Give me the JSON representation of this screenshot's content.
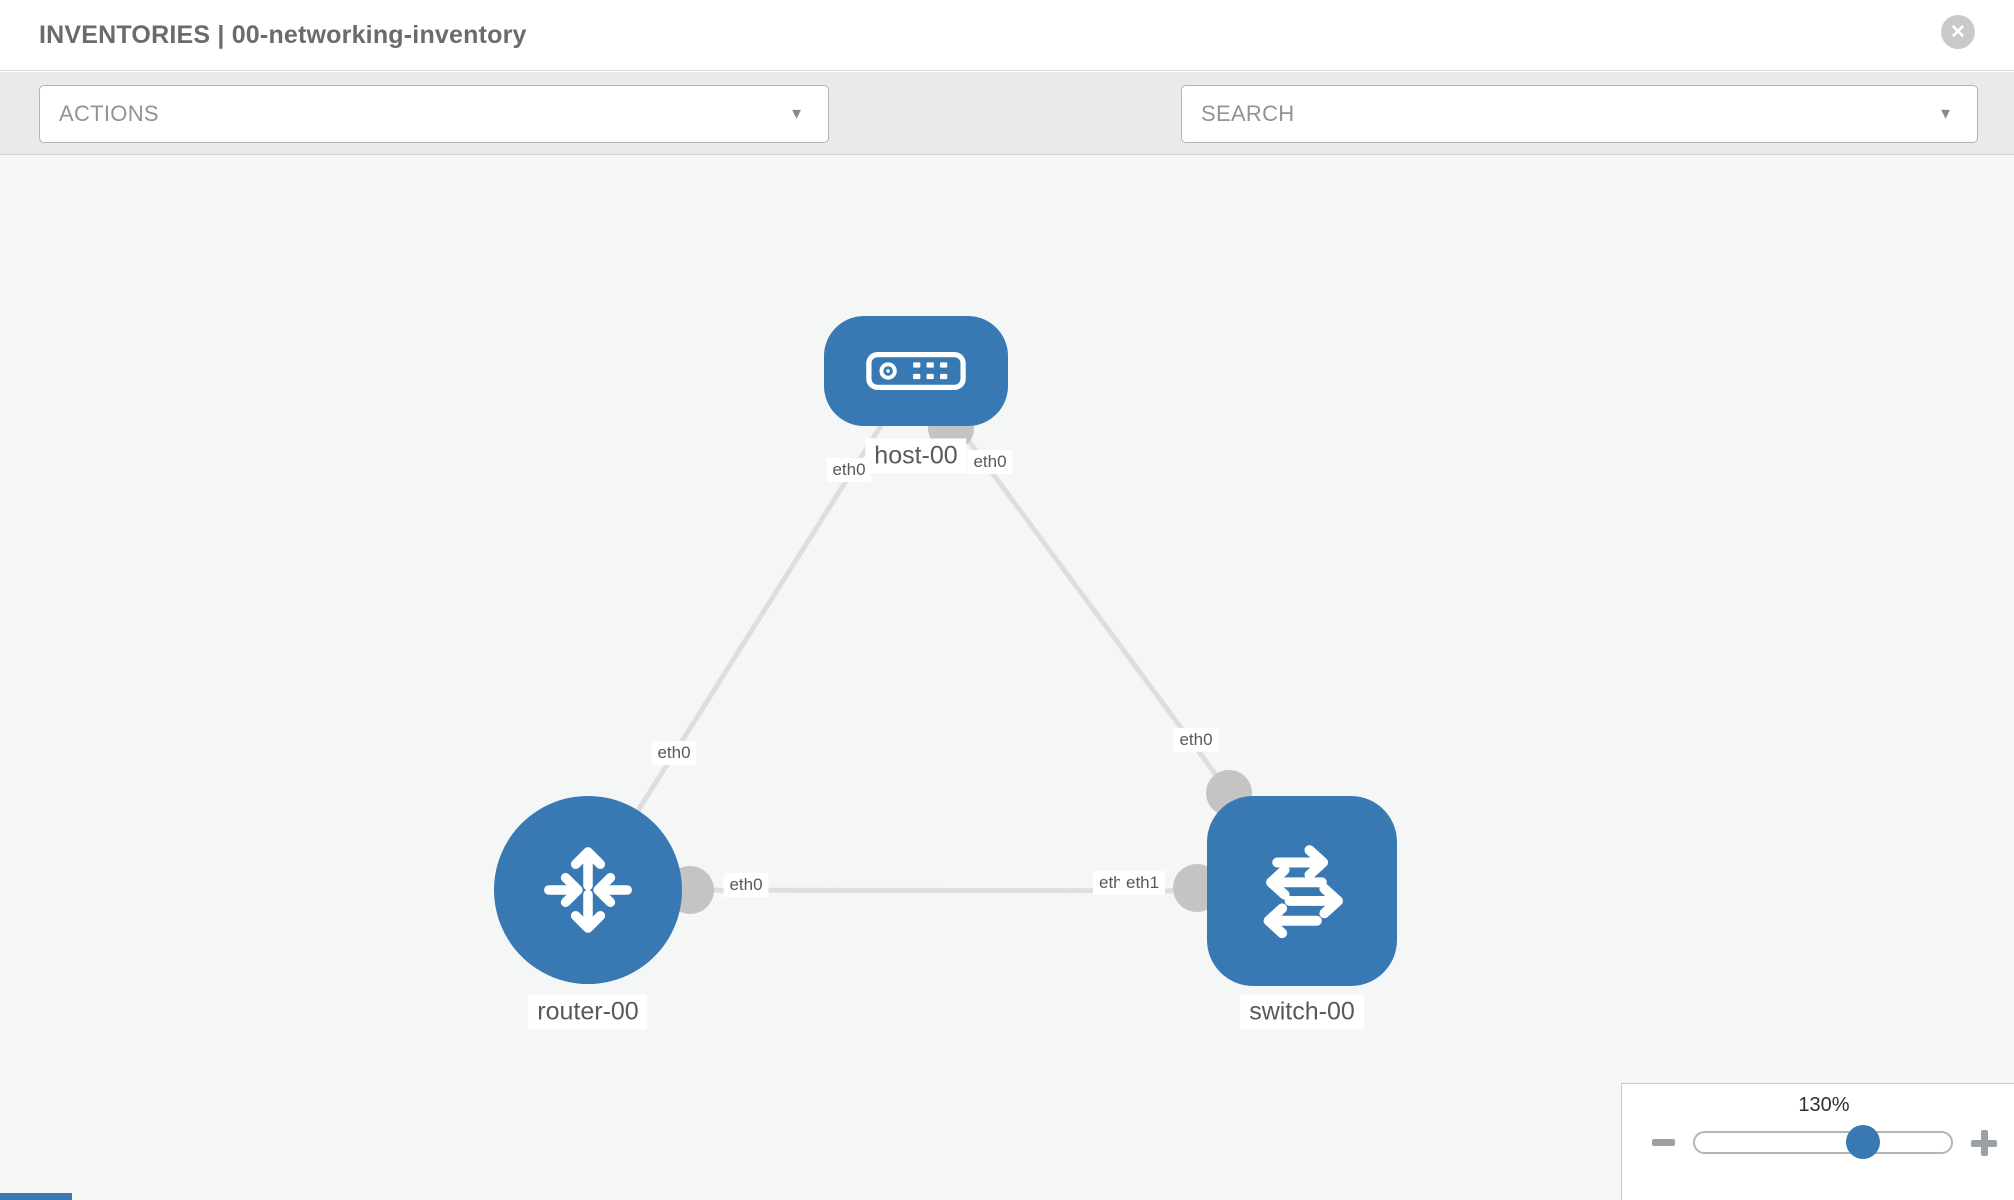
{
  "header": {
    "title": "INVENTORIES | 00-networking-inventory"
  },
  "toolbar": {
    "actions_label": "ACTIONS",
    "search_placeholder": "SEARCH"
  },
  "icons": {
    "close": "✕",
    "caret": "▼",
    "wrench": "wrench-icon",
    "key": "key-icon",
    "zoom_out": "minus-shape",
    "zoom_in": "plus-shape"
  },
  "topology": {
    "nodes": [
      {
        "label": "host-00",
        "type": "host",
        "icon": "server-icon"
      },
      {
        "label": "router-00",
        "type": "router",
        "icon": "router-arrows-icon"
      },
      {
        "label": "switch-00",
        "type": "switch",
        "icon": "switch-arrows-icon"
      }
    ],
    "interfaces": {
      "host_left": "eth0",
      "host_right": "eth0",
      "host_router_mid": "eth0",
      "host_switch_mid": "eth0",
      "router_right": "eth0",
      "switch_back": "eth0",
      "switch_front": "eth1"
    },
    "links": [
      {
        "from": "host-00",
        "to": "router-00"
      },
      {
        "from": "host-00",
        "to": "switch-00"
      },
      {
        "from": "router-00",
        "to": "switch-00"
      }
    ]
  },
  "zoom_control": {
    "level": "130%"
  },
  "colors": {
    "node_blue": "#3879b4",
    "link_gray": "#dedede",
    "interface_gray": "#c4c4c4",
    "canvas_bg": "#f5f6f6",
    "toolbar_bg": "#e9eaea"
  }
}
